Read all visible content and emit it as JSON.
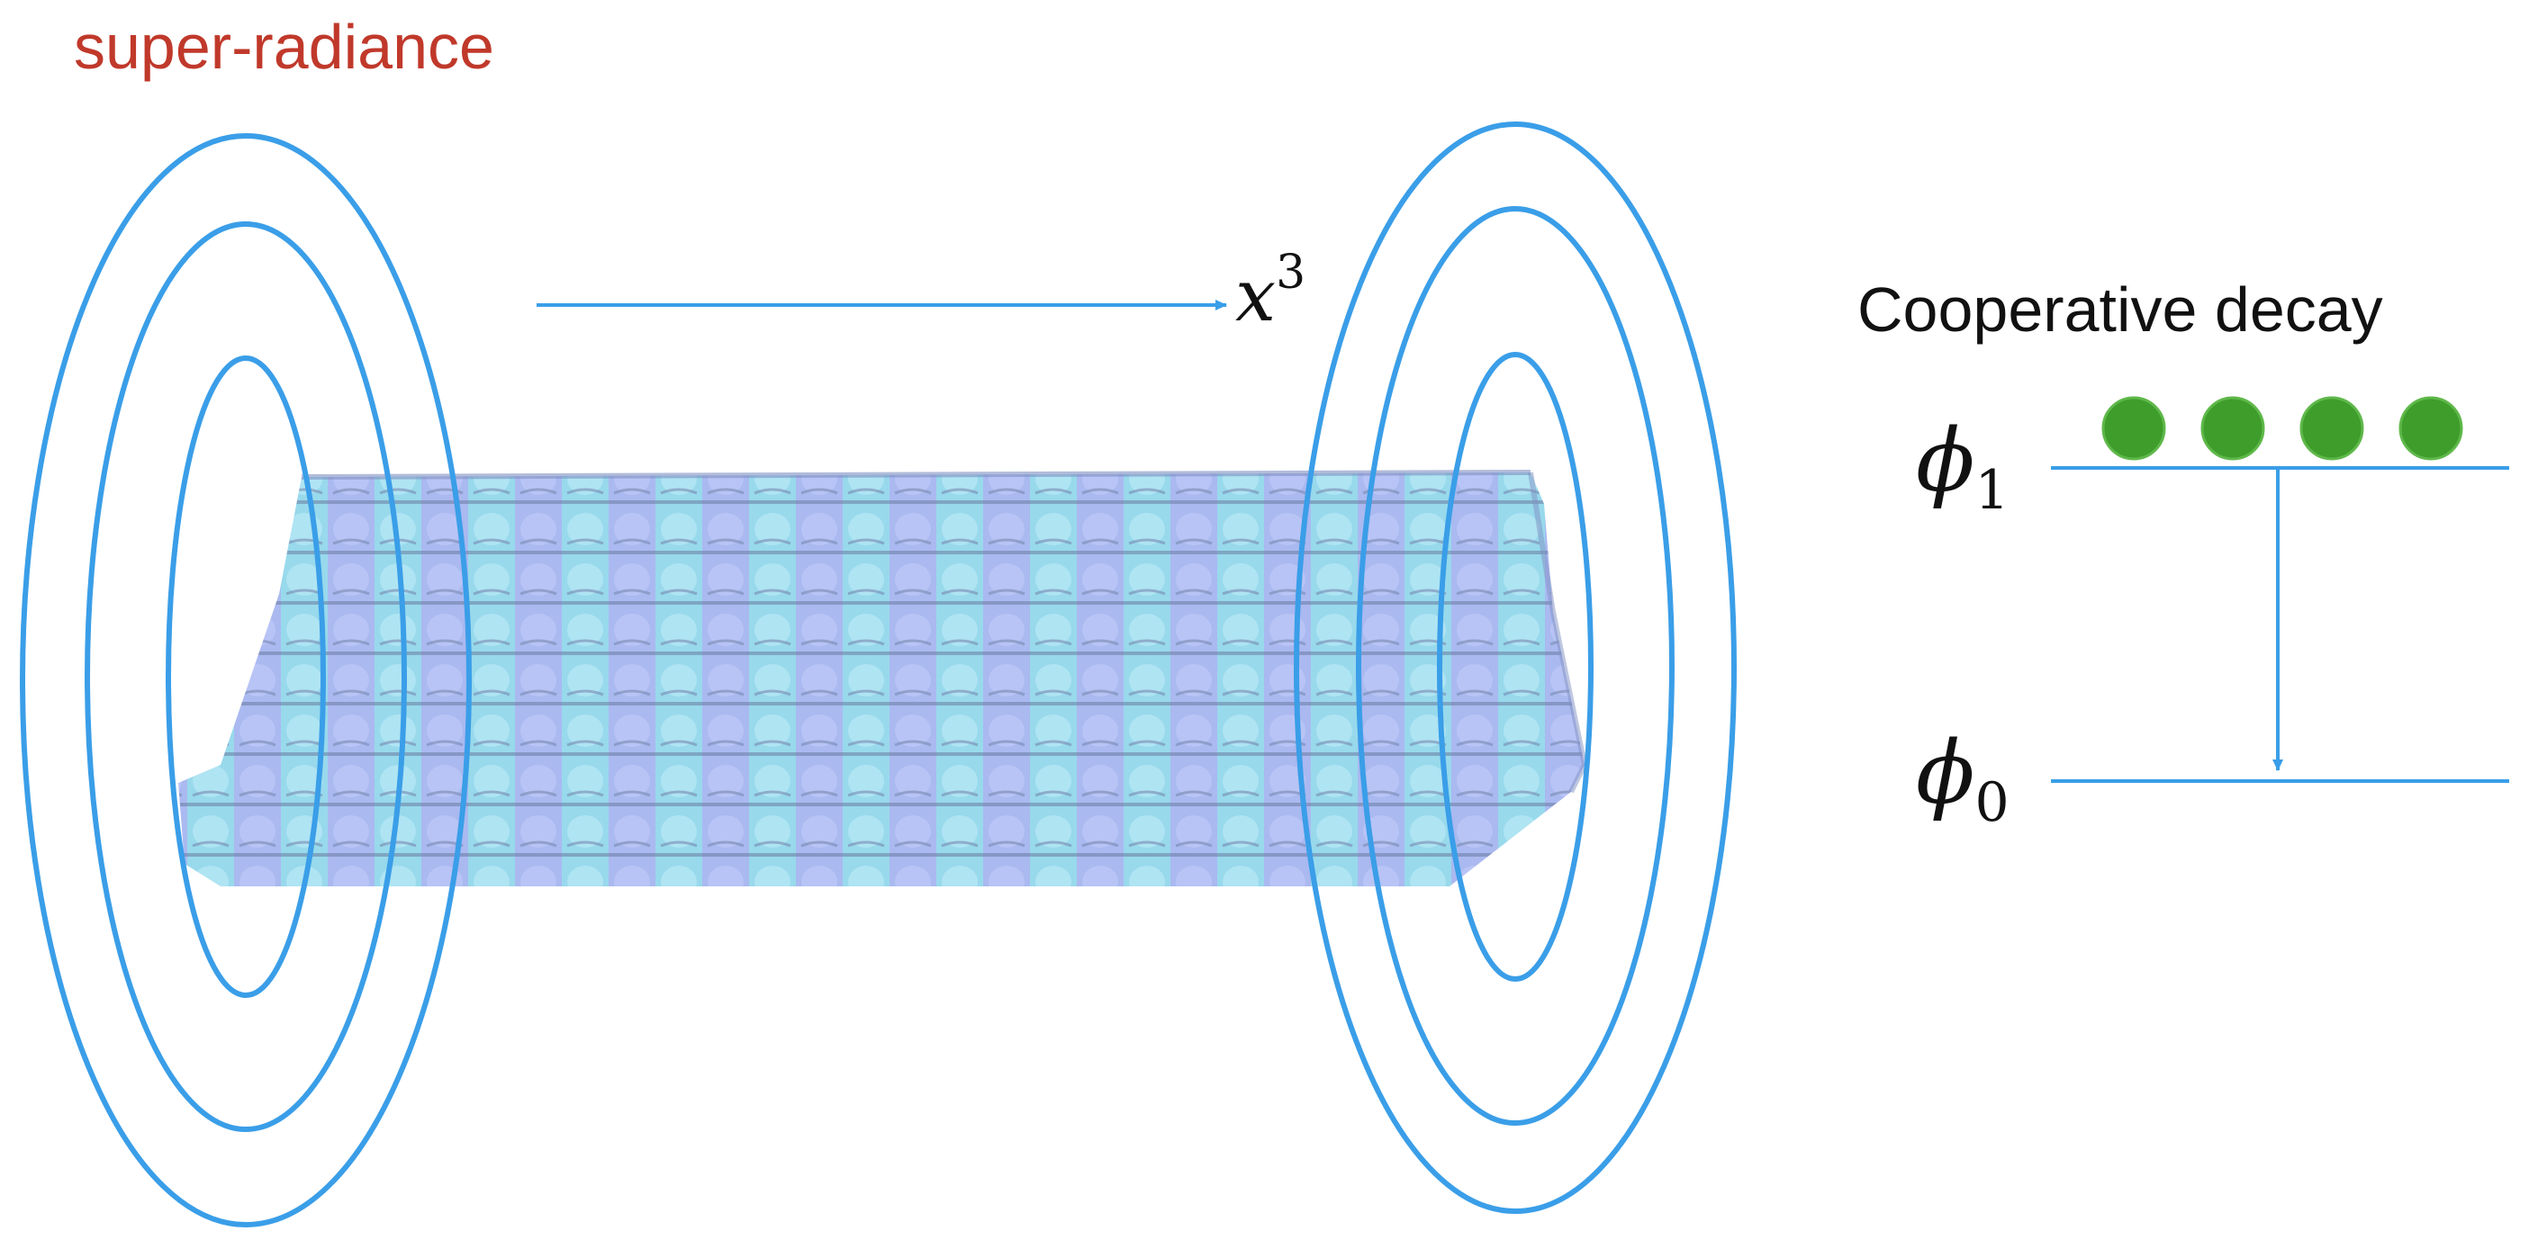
{
  "title": "super-radiance",
  "axis_label": {
    "symbol": "x",
    "superscript": "3"
  },
  "decay_title": "Cooperative decay",
  "levels": [
    {
      "symbol": "ϕ",
      "subscript": "1"
    },
    {
      "symbol": "ϕ",
      "subscript": "0"
    }
  ],
  "excitation_count": 4,
  "colors": {
    "title": "#c0392b",
    "ring": "#3a9ee8",
    "arrow": "#3a9ee8",
    "level_line": "#3a9ee8",
    "excitation": "#3e9d2b",
    "tube_cyan": "#8fd6ea",
    "tube_violet": "#a3b3ef",
    "tube_shade": "#6b7fa8"
  }
}
